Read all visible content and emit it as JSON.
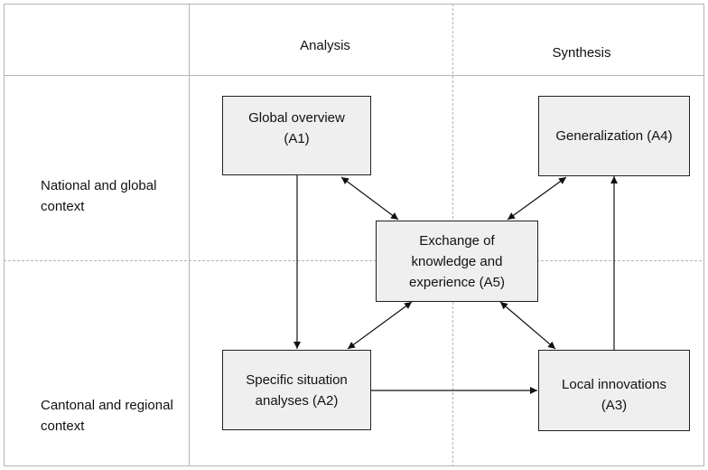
{
  "columns": {
    "analysis": "Analysis",
    "synthesis": "Synthesis"
  },
  "rows": {
    "national": [
      "National and global",
      "context"
    ],
    "cantonal": [
      "Cantonal and regional",
      "context"
    ]
  },
  "boxes": {
    "a1": [
      "Global overview",
      "(A1)"
    ],
    "a2": [
      "Specific situation",
      "analyses (A2)"
    ],
    "a3": [
      "Local innovations",
      "(A3)"
    ],
    "a4": [
      "Generalization (A4)"
    ],
    "a5": [
      "Exchange of",
      "knowledge and",
      "experience (A5)"
    ]
  },
  "colors": {
    "box_fill": "#efefef",
    "grid_line": "#b5b5b5",
    "stroke": "#222222"
  }
}
